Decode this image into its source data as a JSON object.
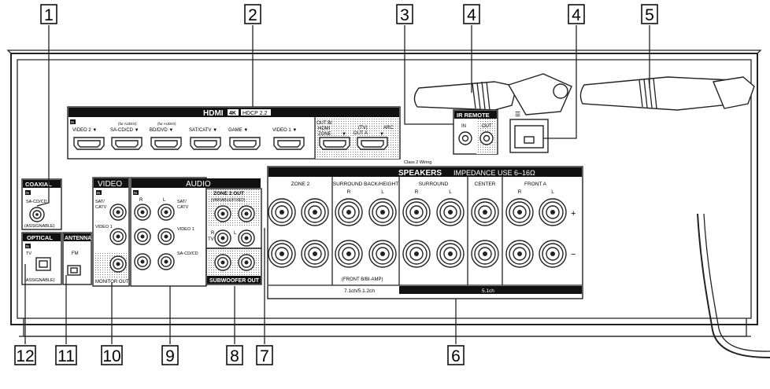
{
  "callouts": [
    "1",
    "2",
    "3",
    "4",
    "4",
    "5",
    "12",
    "11",
    "10",
    "9",
    "8",
    "7",
    "6"
  ],
  "hdmi": {
    "title": "HDMI",
    "badge_4k": "4K",
    "badge_hdcp": "HDCP 2.2",
    "in_tag": "IN",
    "inputs": [
      {
        "label": "VIDEO 2",
        "sub": ""
      },
      {
        "label": "SA-CD/CD",
        "sub": "(for AUDIO)"
      },
      {
        "label": "BD/DVD",
        "sub": "(for AUDIO)"
      },
      {
        "label": "SAT/CATV",
        "sub": ""
      },
      {
        "label": "GAME",
        "sub": ""
      },
      {
        "label": "VIDEO 1",
        "sub": ""
      }
    ],
    "out_b_label": "OUT B/\nHDMI\nZONE",
    "out_a_label": "(TV)\nOUT A",
    "arc_label": "ARC"
  },
  "ir_remote": {
    "title": "IR REMOTE",
    "in": "IN",
    "out": "OUT"
  },
  "lan_label": "☰",
  "coaxial": {
    "title": "COAXIAL",
    "in_tag": "IN",
    "label": "SA-CD/CD",
    "assign": "(ASSIGNABLE)"
  },
  "optical": {
    "title": "OPTICAL",
    "in_tag": "IN",
    "label": "TV",
    "assign": "(ASSIGNABLE)"
  },
  "antenna": {
    "title": "ANTENNA",
    "fm": "FM"
  },
  "video": {
    "title": "VIDEO",
    "in_tag": "IN",
    "sat": "SAT/\nCATV",
    "v1": "VIDEO 1",
    "monitor": "MONITOR OUT"
  },
  "audio": {
    "title": "AUDIO",
    "in_tag": "IN",
    "r": "R",
    "l": "L",
    "sat": "SAT/\nCATV",
    "v1": "VIDEO 1",
    "sacd": "SA-CD/CD"
  },
  "zone2out": {
    "title": "ZONE 2 OUT",
    "sub": "(VARIABLE/FIXED)",
    "r": "R",
    "l": "L",
    "tv": "TV"
  },
  "subwoofer": {
    "title": "SUBWOOFER OUT"
  },
  "speakers": {
    "class_note": "Class 2 Wiring",
    "title": "SPEAKERS",
    "impedance": "IMPEDANCE USE 6–16Ω",
    "groups": [
      {
        "name": "ZONE 2",
        "r": "",
        "l": ""
      },
      {
        "name": "SURROUND BACK/HEIGHT",
        "r": "R",
        "l": "L"
      },
      {
        "name": "SURROUND",
        "r": "R",
        "l": "L"
      },
      {
        "name": "CENTER",
        "r": "",
        "l": ""
      },
      {
        "name": "FRONT A",
        "r": "R",
        "l": "L"
      }
    ],
    "front_b": "(FRONT B/BI-AMP)",
    "plus": "+",
    "minus": "−",
    "ch71": "7.1ch/5.1.2ch",
    "ch51": "5.1ch"
  }
}
